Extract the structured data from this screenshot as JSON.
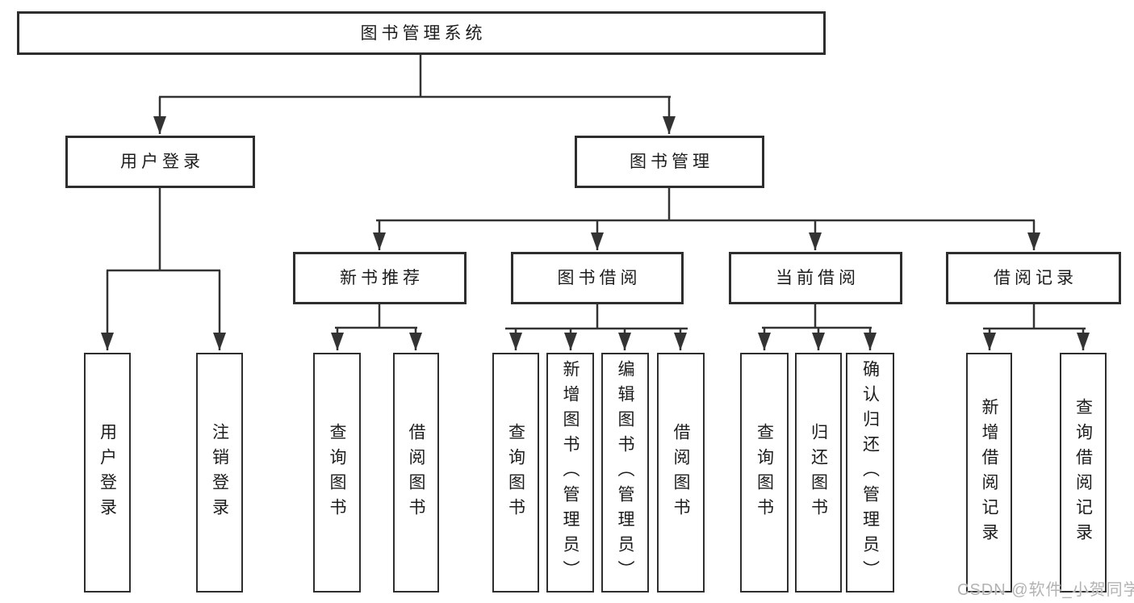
{
  "diagram": {
    "root": {
      "label": "图书管理系统"
    },
    "level2": [
      {
        "label": "用户登录",
        "parent": "图书管理系统"
      },
      {
        "label": "图书管理",
        "parent": "图书管理系统"
      }
    ],
    "level3": [
      {
        "label": "新书推荐",
        "parent": "图书管理"
      },
      {
        "label": "图书借阅",
        "parent": "图书管理"
      },
      {
        "label": "当前借阅",
        "parent": "图书管理"
      },
      {
        "label": "借阅记录",
        "parent": "图书管理"
      }
    ],
    "leaves": [
      {
        "label": "用户登录",
        "parent": "用户登录"
      },
      {
        "label": "注销登录",
        "parent": "用户登录"
      },
      {
        "label": "查询图书",
        "parent": "新书推荐"
      },
      {
        "label": "借阅图书",
        "parent": "新书推荐"
      },
      {
        "label": "查询图书",
        "parent": "图书借阅"
      },
      {
        "label": "新增图书（管理员）",
        "parent": "图书借阅"
      },
      {
        "label": "编辑图书（管理员）",
        "parent": "图书借阅"
      },
      {
        "label": "借阅图书",
        "parent": "图书借阅"
      },
      {
        "label": "查询图书",
        "parent": "当前借阅"
      },
      {
        "label": "归还图书",
        "parent": "当前借阅"
      },
      {
        "label": "确认归还（管理员）",
        "parent": "当前借阅"
      },
      {
        "label": "新增借阅记录",
        "parent": "借阅记录"
      },
      {
        "label": "查询借阅记录",
        "parent": "借阅记录"
      }
    ],
    "watermark": "CSDN @软件_小贺同学",
    "colors": {
      "line": "#333333",
      "box_border": "#2e2e2e",
      "box_fill": "#ffffff",
      "text": "#1c1c1c",
      "watermark": "#b3b3b3",
      "background": "#ffffff"
    }
  }
}
